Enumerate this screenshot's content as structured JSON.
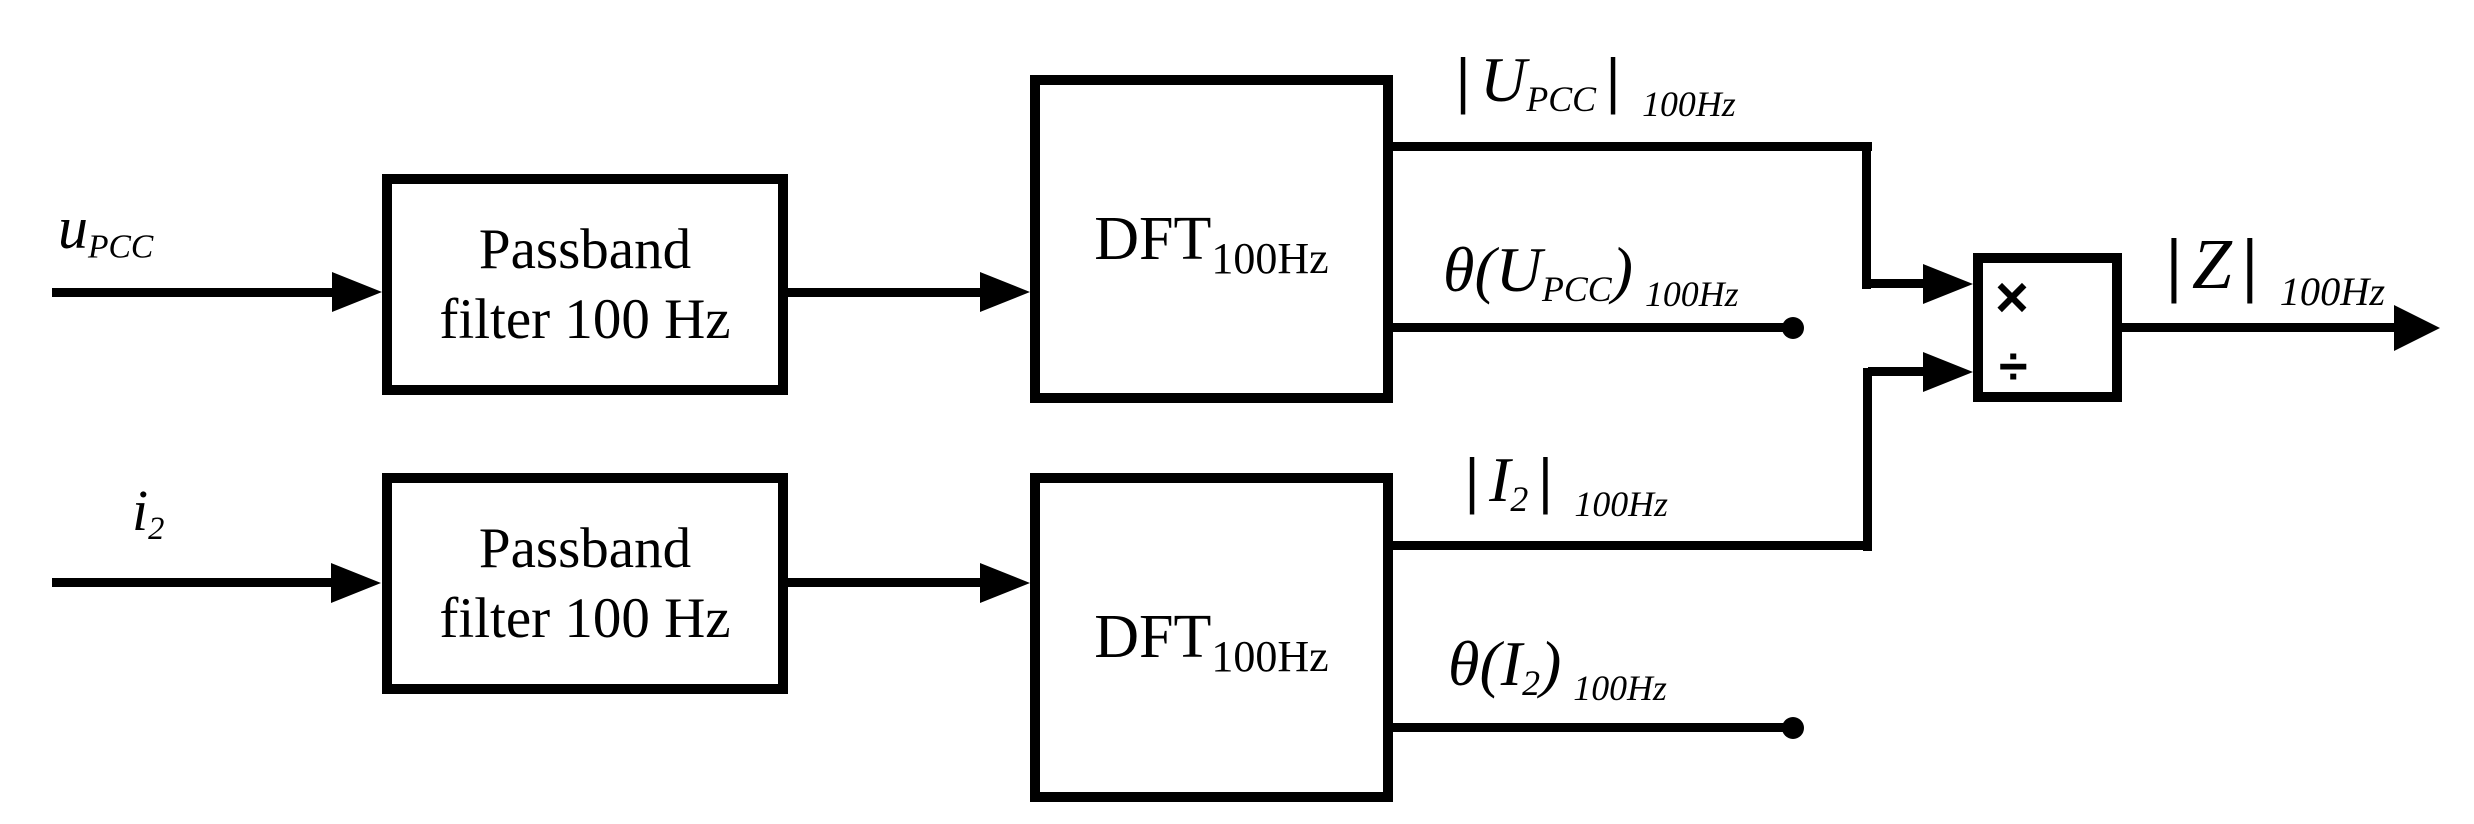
{
  "diagram": {
    "background": "#ffffff",
    "stroke_color": "#000000",
    "inputs": {
      "voltage": {
        "base": "u",
        "sub": "PCC"
      },
      "current": {
        "base": "i",
        "sub": "2"
      }
    },
    "blocks": {
      "passband_filter_top": {
        "line1": "Passband",
        "line2": "filter 100 Hz"
      },
      "passband_filter_bottom": {
        "line1": "Passband",
        "line2": "filter 100 Hz"
      },
      "dft_top": {
        "base": "DFT",
        "sub": "100Hz"
      },
      "dft_bottom": {
        "base": "DFT",
        "sub": "100Hz"
      },
      "multiplier_divider": {
        "multiply_symbol": "×",
        "divide_symbol": "÷"
      }
    },
    "signals": {
      "u_magnitude": {
        "open_bar": "|",
        "base": "U",
        "sub": "PCC",
        "close_bar": "|",
        "freq_sub": "100Hz"
      },
      "u_phase": {
        "theta_open": "θ(",
        "base": "U",
        "sub": "PCC",
        "close_paren": ")",
        "freq_sub": "100Hz"
      },
      "i_magnitude": {
        "open_bar": "|",
        "base": "I",
        "sub": "2",
        "close_bar": "|",
        "freq_sub": "100Hz"
      },
      "i_phase": {
        "theta_open": "θ(",
        "base": "I",
        "sub": "2",
        "close_paren": ")",
        "freq_sub": "100Hz"
      },
      "z_output": {
        "open_bar": "|",
        "base": "Z",
        "close_bar": "|",
        "freq_sub": "100Hz"
      }
    }
  }
}
